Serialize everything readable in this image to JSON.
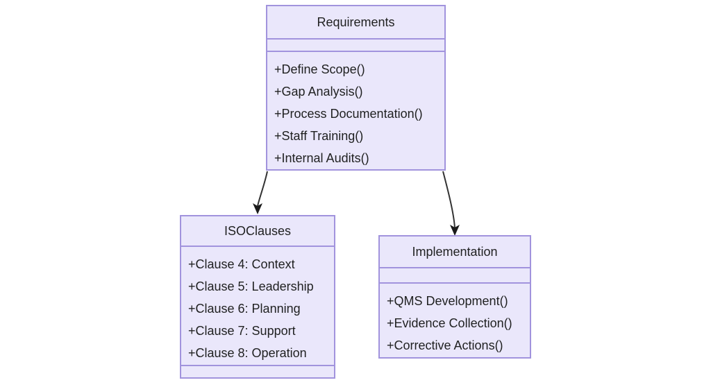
{
  "diagram": {
    "type": "uml-class-diagram",
    "background_color": "#ffffff",
    "box_fill_color": "#eae7fb",
    "box_border_color": "#a193dd",
    "text_color": "#1f2020",
    "edge_color": "#333333"
  },
  "classes": {
    "requirements": {
      "name": "Requirements",
      "attributes": [],
      "methods": [
        "+Define Scope()",
        "+Gap Analysis()",
        "+Process Documentation()",
        "+Staff Training()",
        "+Internal Audits()"
      ]
    },
    "isoclauses": {
      "name": "ISOClauses",
      "methods": [
        "+Clause 4: Context",
        "+Clause 5: Leadership",
        "+Clause 6: Planning",
        "+Clause 7: Support",
        "+Clause 8: Operation"
      ],
      "attributes": []
    },
    "implementation": {
      "name": "Implementation",
      "attributes": [],
      "methods": [
        "+QMS Development()",
        "+Evidence Collection()",
        "+Corrective Actions()"
      ]
    }
  },
  "edges": [
    {
      "from": "Requirements",
      "to": "ISOClauses",
      "arrow": "open-arrow"
    },
    {
      "from": "Requirements",
      "to": "Implementation",
      "arrow": "open-arrow"
    }
  ]
}
